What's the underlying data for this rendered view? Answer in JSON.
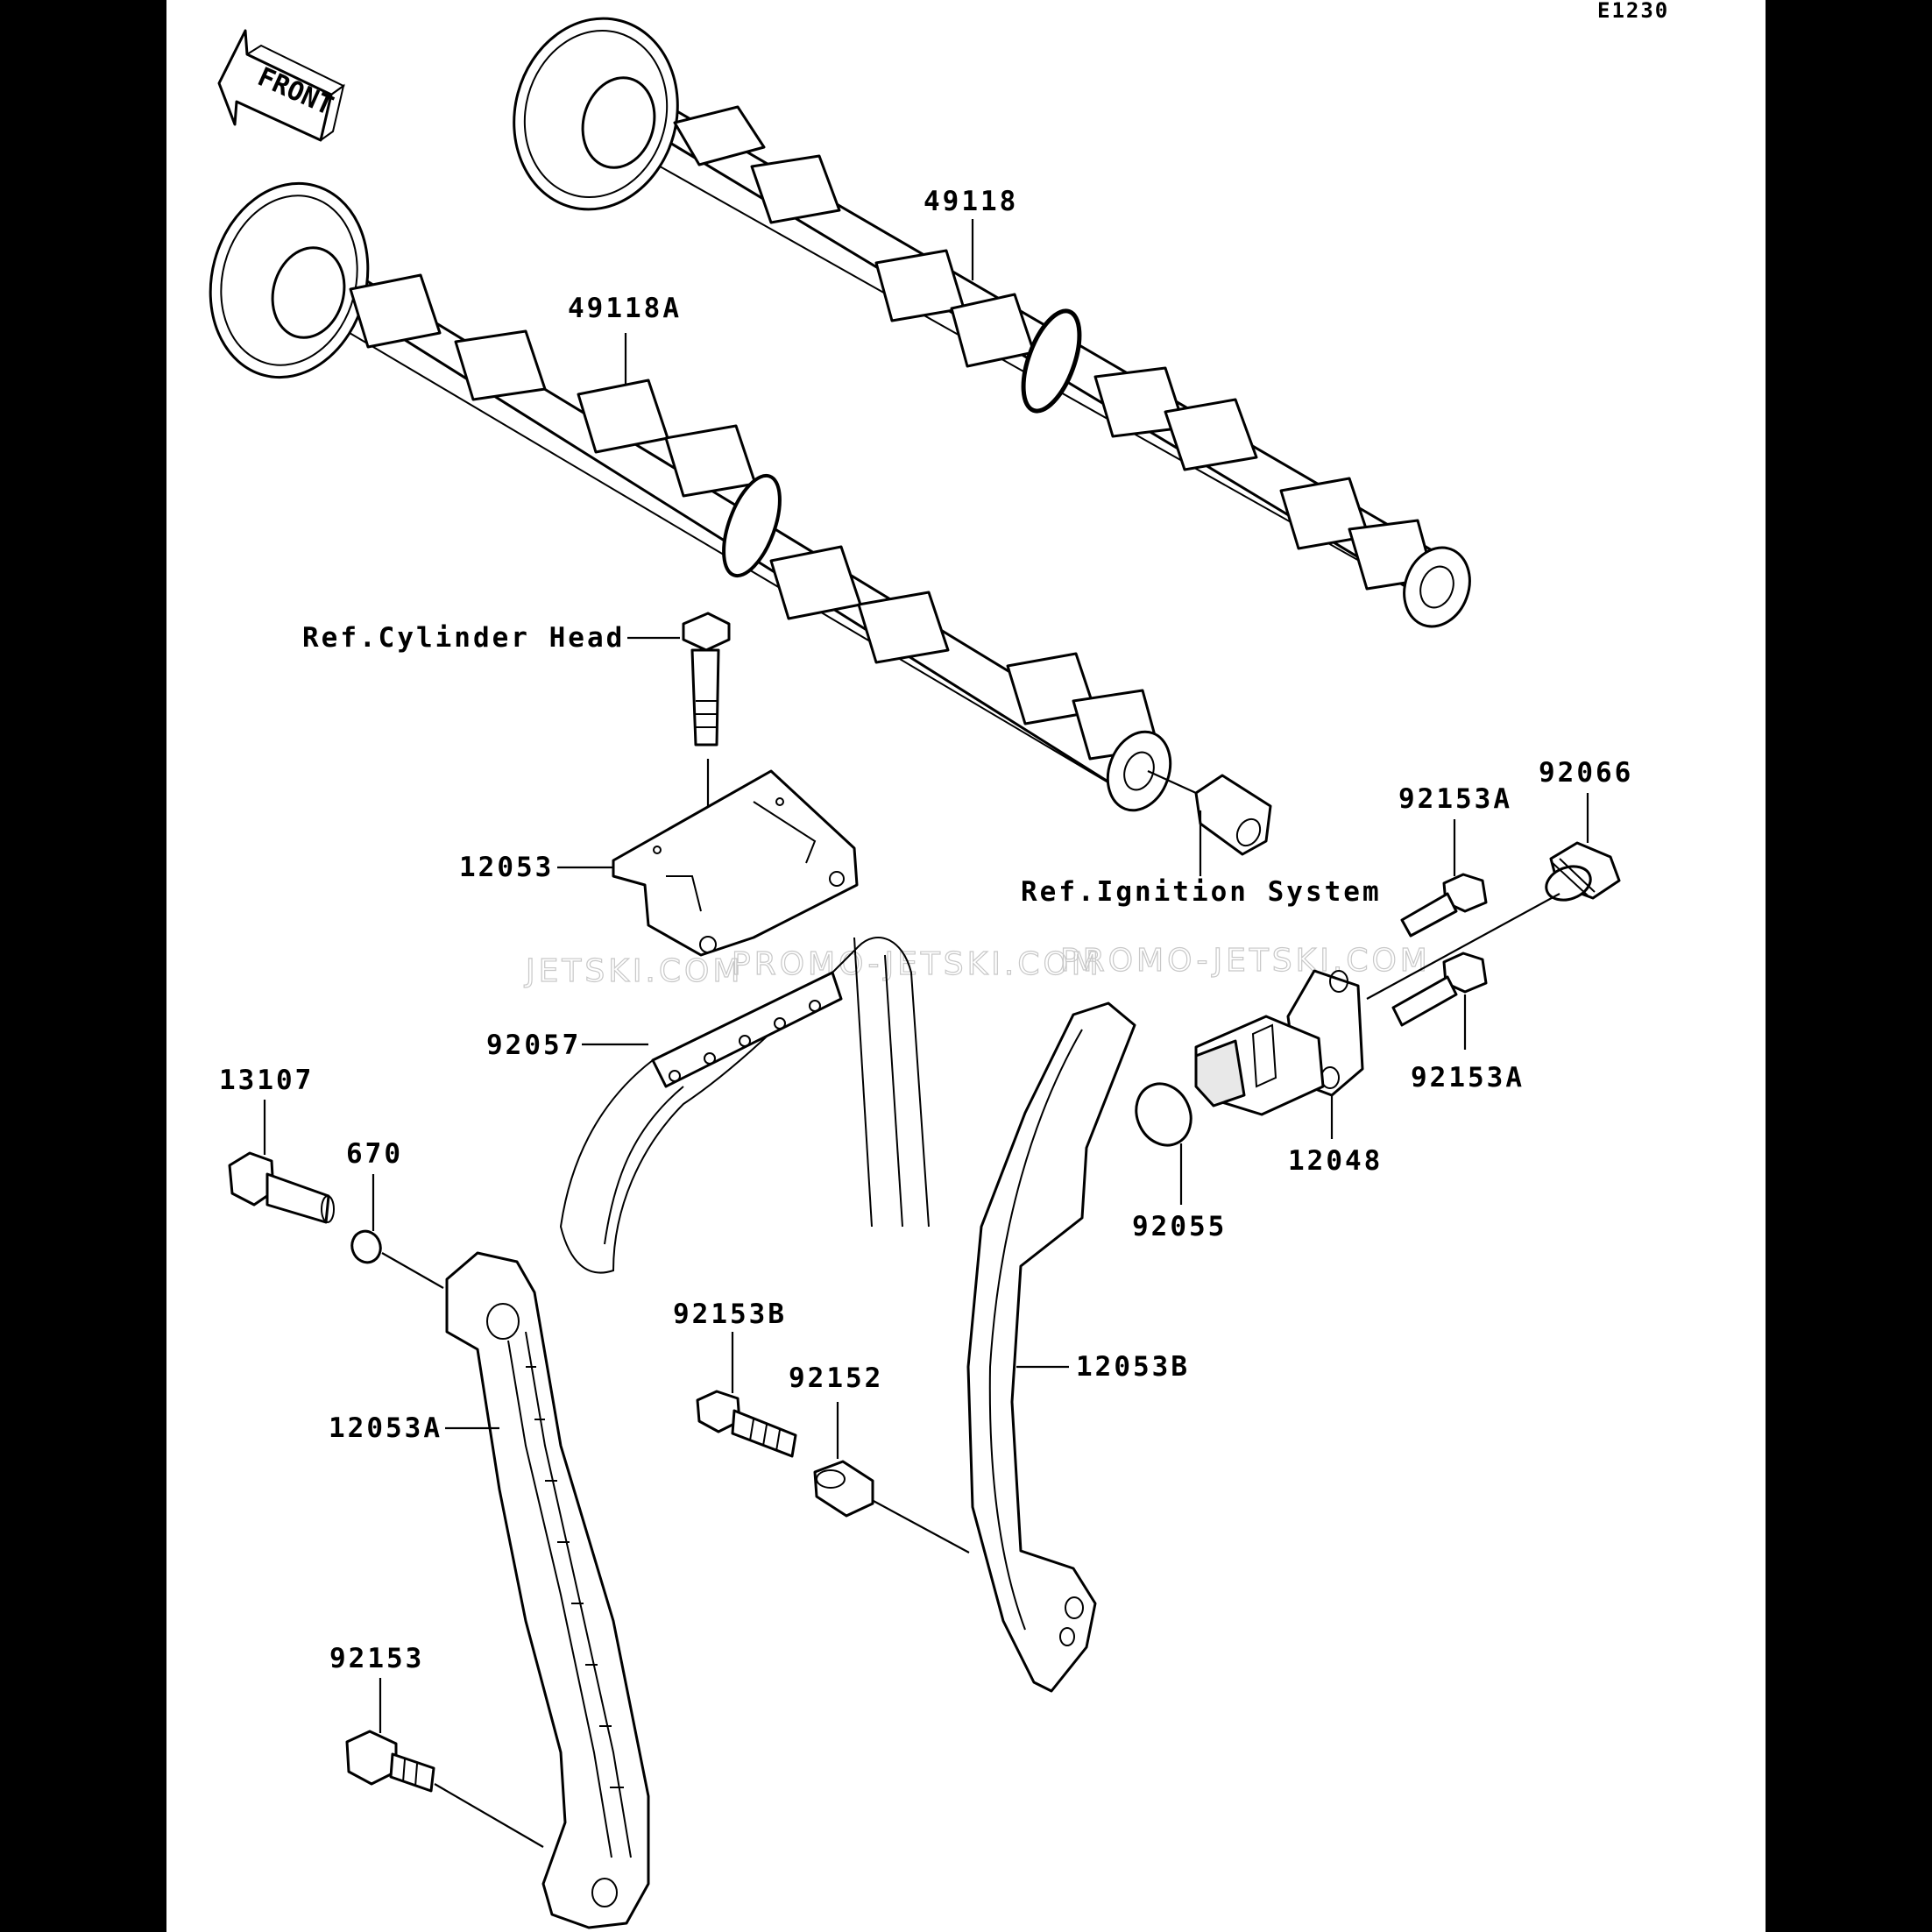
{
  "diagram_code": "E1230",
  "front_arrow_label": "FRONT",
  "watermarks": [
    "JETSKI.COM",
    "PROMO-JETSKI.COM",
    "PROMO-JETSKI.COM"
  ],
  "callouts": {
    "p49118": "49118",
    "p49118A": "49118A",
    "ref_cylinder_head": "Ref.Cylinder Head",
    "p12053": "12053",
    "ref_ignition_system": "Ref.Ignition System",
    "p92153A_top": "92153A",
    "p92066": "92066",
    "p92057": "92057",
    "p13107": "13107",
    "p670": "670",
    "p92153A_bottom": "92153A",
    "p12048": "12048",
    "p92055": "92055",
    "p92153B": "92153B",
    "p92152": "92152",
    "p12053B": "12053B",
    "p12053A": "12053A",
    "p92153": "92153"
  }
}
